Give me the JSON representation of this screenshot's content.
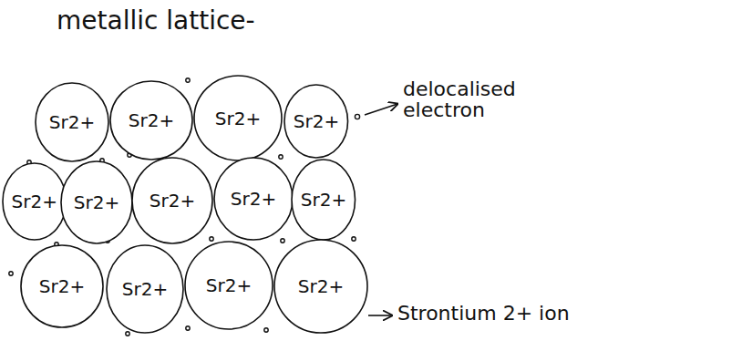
{
  "diagram": {
    "title": "metallic lattice-",
    "nodes": [
      {
        "text": [
          "Sr2+"
        ]
      },
      {
        "text": [
          "Sr2+"
        ]
      },
      {
        "text": [
          "Sr2+"
        ]
      },
      {
        "text": [
          "Sr2+"
        ]
      },
      {
        "text": [
          "Sr2+"
        ]
      },
      {
        "text": [
          "Sr2+"
        ]
      },
      {
        "text": [
          "Sr2+"
        ]
      },
      {
        "text": [
          "Sr2+"
        ]
      },
      {
        "text": [
          "Sr2+"
        ]
      },
      {
        "text": [
          "Sr2+"
        ]
      },
      {
        "text": [
          "Sr2+"
        ]
      },
      {
        "text": [
          "Sr2+"
        ]
      },
      {
        "text": [
          "Sr2+"
        ]
      }
    ],
    "labels": [
      "delocalised electron",
      "Strontium 2+ ion"
    ]
  }
}
